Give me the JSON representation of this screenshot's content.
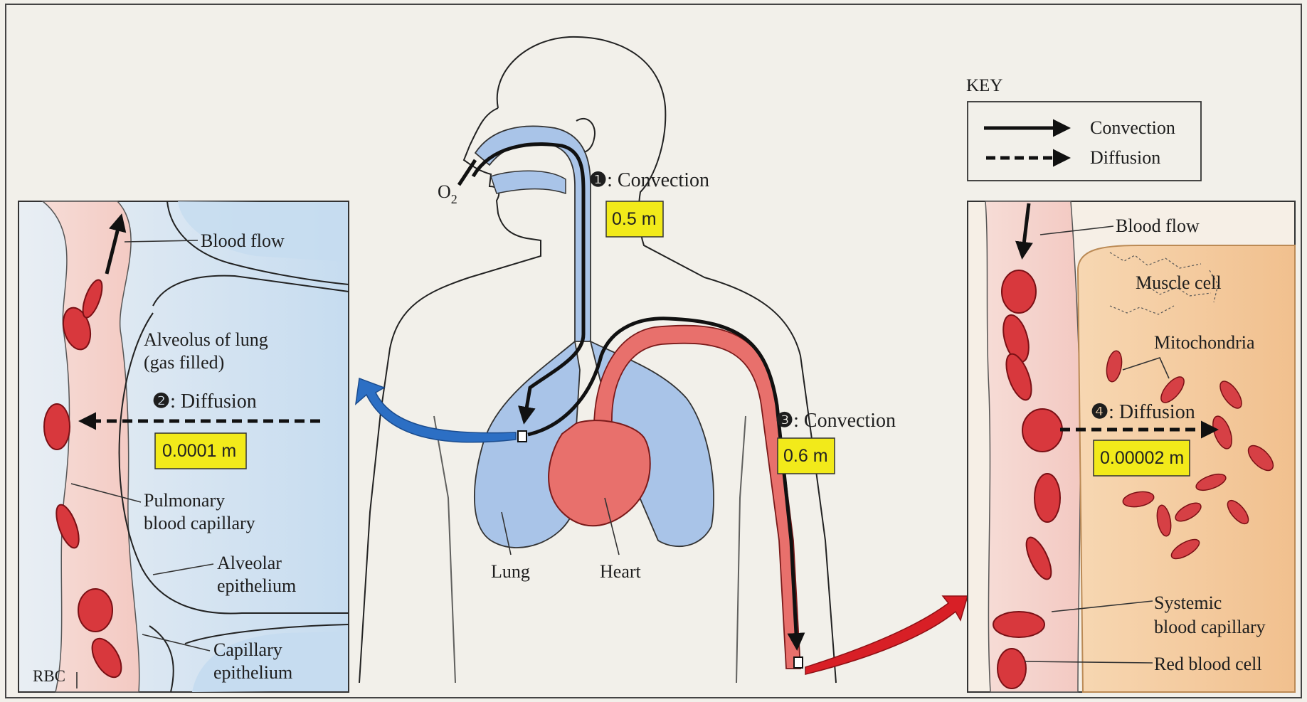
{
  "key": {
    "title": "KEY",
    "convection": "Convection",
    "diffusion": "Diffusion"
  },
  "steps": {
    "s1": {
      "num": "❶",
      "label": ": Convection",
      "distance": "0.5 m"
    },
    "s2": {
      "num": "❷",
      "label": ": Diffusion",
      "distance": "0.0001 m"
    },
    "s3": {
      "num": "❸",
      "label": ": Convection",
      "distance": "0.6 m"
    },
    "s4": {
      "num": "❹",
      "label": ": Diffusion",
      "distance": "0.00002 m"
    }
  },
  "center": {
    "o2": "O",
    "o2_sub": "2",
    "lung": "Lung",
    "heart": "Heart"
  },
  "left_panel": {
    "blood_flow": "Blood flow",
    "alveolus_1": "Alveolus of lung",
    "alveolus_2": "(gas filled)",
    "pulmonary_1": "Pulmonary",
    "pulmonary_2": "blood capillary",
    "alveolar_1": "Alveolar",
    "alveolar_2": "epithelium",
    "capillary_1": "Capillary",
    "capillary_2": "epithelium",
    "rbc": "RBC"
  },
  "right_panel": {
    "blood_flow": "Blood flow",
    "muscle_cell": "Muscle cell",
    "mitochondria": "Mitochondria",
    "systemic_1": "Systemic",
    "systemic_2": "blood capillary",
    "red_blood_cell": "Red blood cell"
  },
  "colors": {
    "airway_blue": "#a9c4e8",
    "blood_red": "#e8706c",
    "muscle_tan": "#f3c79a",
    "label_yellow": "#f2ea1a",
    "zoom_arrow_blue": "#2c6fc4",
    "zoom_arrow_red": "#d81f26"
  }
}
